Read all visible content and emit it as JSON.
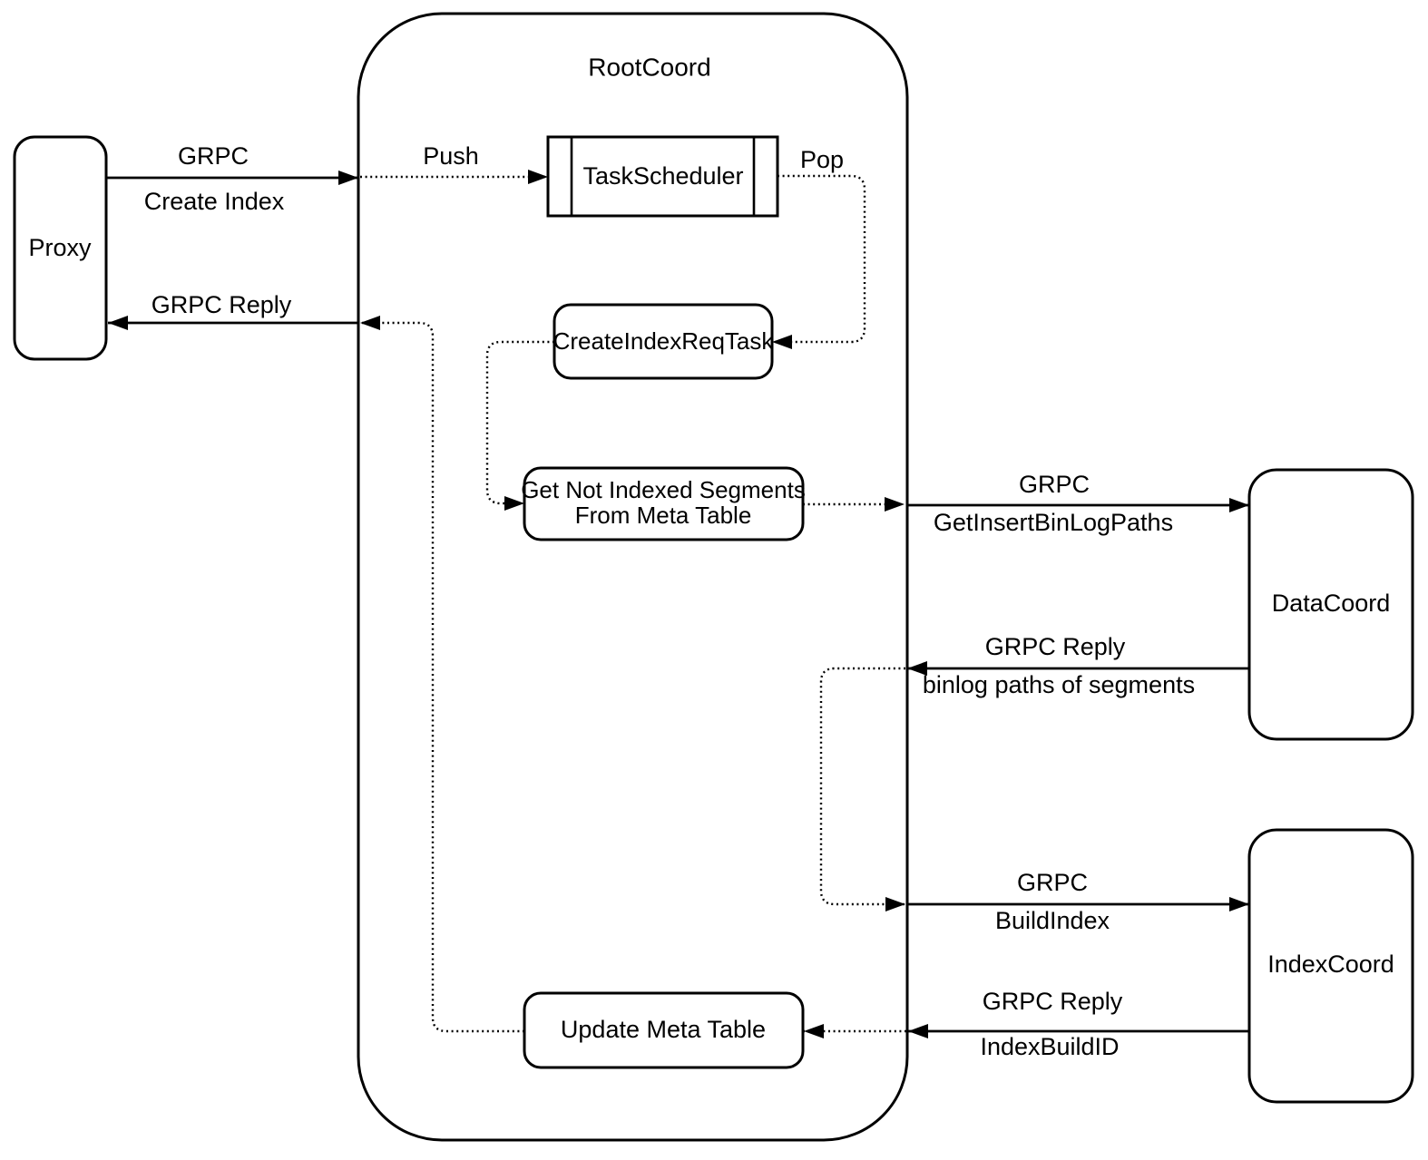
{
  "diagram": {
    "colors": {
      "stroke": "#000000",
      "background": "#ffffff"
    },
    "nodes": {
      "proxy": {
        "label": "Proxy"
      },
      "rootcoord": {
        "label": "RootCoord"
      },
      "task_scheduler": {
        "label": "TaskScheduler"
      },
      "create_index_req_task": {
        "label": "CreateIndexReqTask"
      },
      "get_not_indexed": {
        "line1": "Get Not Indexed Segments",
        "line2": "From Meta Table"
      },
      "update_meta_table": {
        "label": "Update Meta Table"
      },
      "datacoord": {
        "label": "DataCoord"
      },
      "indexcoord": {
        "label": "IndexCoord"
      }
    },
    "edges": {
      "grpc_create_index": {
        "line1": "GRPC",
        "line2": "Create Index"
      },
      "push": {
        "label": "Push"
      },
      "pop": {
        "label": "Pop"
      },
      "grpc_reply_proxy": {
        "label": "GRPC Reply"
      },
      "grpc_get_insert_binlog": {
        "line1": "GRPC",
        "line2": "GetInsertBinLogPaths"
      },
      "grpc_reply_binlog": {
        "line1": "GRPC Reply",
        "line2": "binlog paths of segments"
      },
      "grpc_build_index": {
        "line1": "GRPC",
        "line2": "BuildIndex"
      },
      "grpc_reply_indexbuildid": {
        "line1": "GRPC Reply",
        "line2": "IndexBuildID"
      }
    }
  }
}
